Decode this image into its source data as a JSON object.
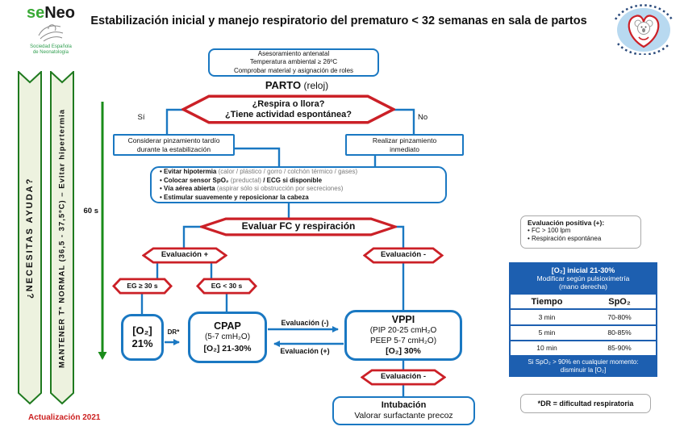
{
  "header": {
    "logo_se": "se",
    "logo_neo": "Neo",
    "logo_sub1": "Sociedad Española",
    "logo_sub2": "de Neonatología",
    "title": "Estabilización inicial y manejo respiratorio del prematuro < 32 semanas en sala de partos"
  },
  "ribbons": {
    "help": "¿NECESITAS AYUDA?",
    "temp": "MANTENER  Tª  NORMAL (36,5 - 37,5ºC) – Evitar hipertermia"
  },
  "timeline": {
    "label": "60 s"
  },
  "flow": {
    "prep_lines": [
      "Asesoramiento antenatal",
      "Temperatura ambiental ≥ 26ºC",
      "Comprobar material y asignación de roles"
    ],
    "parto_bold": "PARTO",
    "parto_rest": " (reloj)",
    "q1_line1": "¿Respira o llora?",
    "q1_line2": "¿Tiene actividad espontánea?",
    "yes": "Sí",
    "no": "No",
    "clamp_late_1": "Considerar pinzamiento tardío",
    "clamp_late_2": "durante la estabilización",
    "clamp_now_1": "Realizar pinzamiento",
    "clamp_now_2": "inmediato",
    "bullets": [
      {
        "b1": "• Evitar hipotermia ",
        "g1": "(calor / plástico / gorro / colchón térmico / gases)"
      },
      {
        "b1": "• Colocar sensor SpO₂ ",
        "g1": "(preductal)",
        "b2": " / ECG si disponible"
      },
      {
        "b1": "• Vía aérea abierta ",
        "g1": "(aspirar sólo si obstrucción por secreciones)"
      },
      {
        "b1": "• Estimular suavemente y reposicionar la cabeza"
      }
    ],
    "eval_fc": "Evaluar FC y respiración",
    "eval_plus": "Evaluación +",
    "eval_minus": "Evaluación -",
    "eg_ge": "EG ≥ 30 s",
    "eg_lt": "EG < 30 s",
    "o2_box": {
      "l1": "[O₂]",
      "l2": "21%"
    },
    "dr_label": "DR*",
    "cpap": {
      "l1": "CPAP",
      "l2": "(5-7 cmH₂O)",
      "l3": "[O₂] 21-30%"
    },
    "vppi": {
      "l1": "VPPI",
      "l2": "(PIP 20-25 cmH₂O",
      "l3": "PEEP 5-7 cmH₂O)",
      "l4": "[O₂] 30%"
    },
    "eval_neg_arrow": "Evaluación  (-)",
    "eval_pos_arrow": "Evaluación  (+)",
    "eval_minus2": "Evaluación -",
    "intubacion_1": "Intubación",
    "intubacion_2": "Valorar surfactante precoz"
  },
  "side": {
    "positive_title": "Evaluación positiva (+):",
    "positive_item1": "• FC > 100 lpm",
    "positive_item2": "• Respiración espontánea",
    "spo2_table": {
      "header_1": "[O₂] inicial 21-30%",
      "header_2": "Modificar según pulsioximetría",
      "header_3": "(mano derecha)",
      "col_time": "Tiempo",
      "col_spo2": "SpO₂",
      "rows": [
        {
          "t": "3 min",
          "v": "70-80%"
        },
        {
          "t": "5 min",
          "v": "80-85%"
        },
        {
          "t": "10 min",
          "v": "85-90%"
        }
      ],
      "footer_1": "Si SpO₂ > 90% en cualquier momento:",
      "footer_2": "disminuir la [O₂]"
    },
    "dr_note": "*DR = dificultad respiratoria"
  },
  "footer": {
    "update": "Actualización 2021"
  },
  "colors": {
    "blue": "#1a78c2",
    "red": "#cb2027",
    "green": "#1a8c1a",
    "table_blue": "#1d5fb0",
    "logo_green": "#39a935"
  }
}
